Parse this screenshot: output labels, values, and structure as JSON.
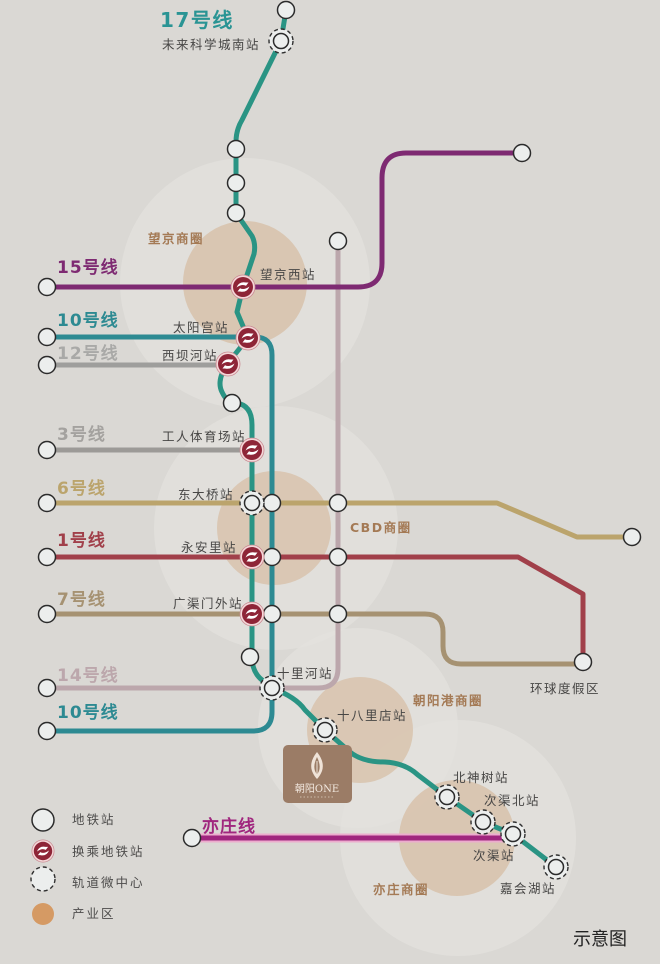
{
  "note": "示意图",
  "lines": {
    "l17": {
      "name": "17号线",
      "color": "#2a9484",
      "label_color": "#2a9494"
    },
    "l15": {
      "name": "15号线",
      "color": "#7e2a72"
    },
    "l10": {
      "name": "10号线",
      "color": "#2d8a92"
    },
    "l12": {
      "name": "12号线",
      "color": "#9e9e9c",
      "label_color": "#a9a9a7"
    },
    "l3": {
      "name": "3号线",
      "color": "#9c9a97",
      "label_color": "#a4a29f"
    },
    "l6": {
      "name": "6号线",
      "color": "#bba46c"
    },
    "l1": {
      "name": "1号线",
      "color": "#a1404a"
    },
    "l7": {
      "name": "7号线",
      "color": "#a69272"
    },
    "l14": {
      "name": "14号线",
      "color": "#bca7ac"
    },
    "l10_south": {
      "name": "10号线",
      "color": "#2d8a92"
    },
    "yizhuang": {
      "name": "亦庄线",
      "color": "#a0267e",
      "outline": "#ecaccd"
    }
  },
  "stations": {
    "weilai": "未来科学城南站",
    "wangjingxi": "望京西站",
    "taiyanggong": "太阳宫站",
    "xibahe": "西坝河站",
    "gongti": "工人体育场站",
    "dongdaqiao": "东大桥站",
    "yonganli": "永安里站",
    "guangqumenwai": "广渠门外站",
    "shilihe": "十里河站",
    "shibalidian": "十八里店站",
    "beishenshu": "北神树站",
    "ciqubei": "次渠北站",
    "ciqu": "次渠站",
    "jiahuihu": "嘉会湖站",
    "universal_resort": "环球度假区"
  },
  "districts": {
    "wangjing": "望京商圈",
    "cbd": "CBD商圈",
    "chaoyanggang": "朝阳港商圈",
    "yizhuang": "亦庄商圈"
  },
  "legend": [
    {
      "icon": "subway-station-icon",
      "label": "地铁站"
    },
    {
      "icon": "transfer-station-icon",
      "label": "换乘地铁站"
    },
    {
      "icon": "transit-micro-center-icon",
      "label": "轨道微中心"
    },
    {
      "icon": "industrial-zone-icon",
      "label": "产业区",
      "color": "#d59a64"
    }
  ],
  "project_logo": {
    "name": "朝阳ONE"
  },
  "colors": {
    "background": "#dad8d4",
    "district_fill": "#d8c3ad",
    "district_halo": "#e3e1dd",
    "transfer": "#8e2537",
    "logo_bg": "#9b7c66"
  }
}
